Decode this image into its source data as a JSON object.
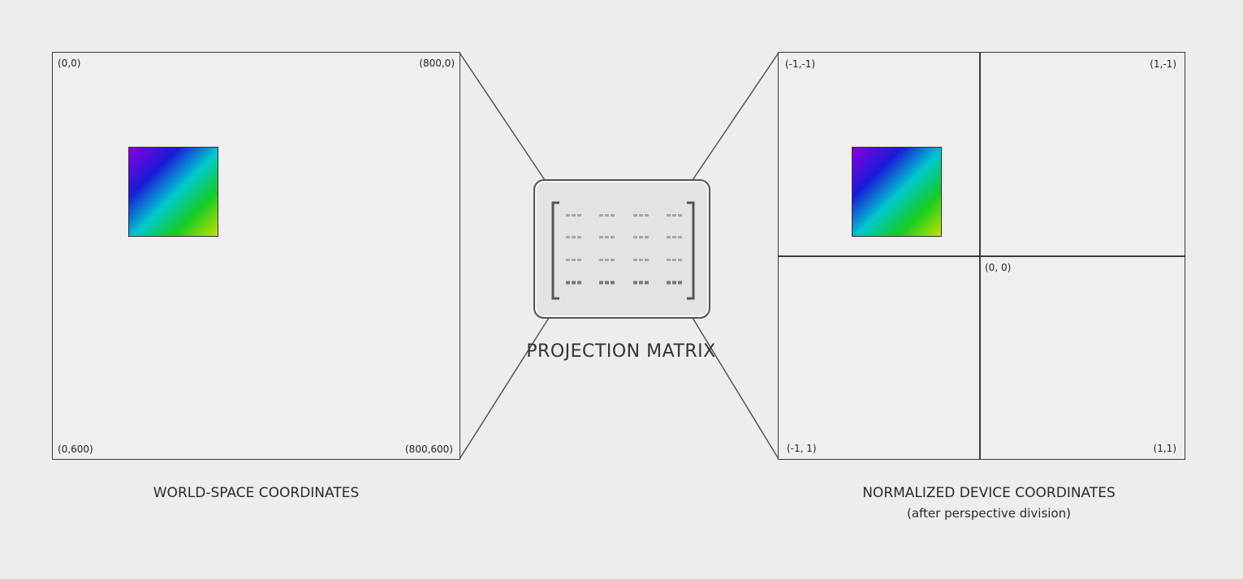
{
  "world": {
    "caption": "WORLD-SPACE COORDINATES",
    "corners": {
      "top_left": "(0,0)",
      "top_right": "(800,0)",
      "bottom_left": "(0,600)",
      "bottom_right": "(800,600)"
    }
  },
  "projection": {
    "label": "PROJECTION MATRIX",
    "cell_placeholder": "---"
  },
  "ndc": {
    "caption": "NORMALIZED DEVICE COORDINATES",
    "subcaption": "(after perspective division)",
    "corners": {
      "top_left": "(-1,-1)",
      "top_right": "(1,-1)",
      "center": "(0, 0)",
      "bottom_left": "(-1, 1)",
      "bottom_right": "(1,1)"
    }
  },
  "colors": {
    "background": "#ededed",
    "border": "#3a3a3a",
    "connector": "#555555",
    "gradient": [
      "#8a00e0",
      "#1a1ad8",
      "#00c8d0",
      "#14cc22",
      "#c8e000"
    ]
  }
}
